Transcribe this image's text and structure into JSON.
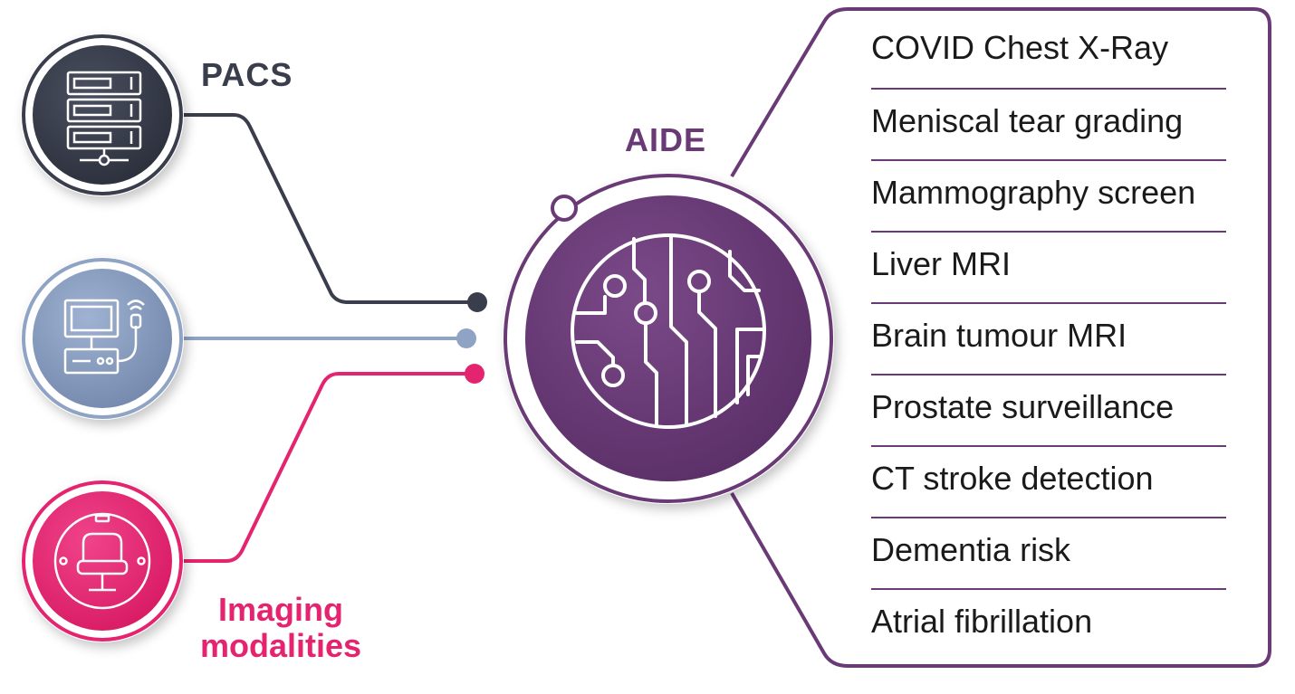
{
  "sources": {
    "pacs": {
      "label": "PACS",
      "icon": "server-rack-icon",
      "color": "#3a3e4c"
    },
    "ultrasound": {
      "icon": "ultrasound-machine-icon",
      "color": "#8fa3c4"
    },
    "imaging": {
      "label_line1": "Imaging",
      "label_line2": "modalities",
      "icon": "scanner-chair-icon",
      "color": "#e5246f"
    }
  },
  "hub": {
    "label": "AIDE",
    "icon": "circuit-brain-icon",
    "color": "#6a3a76"
  },
  "use_cases": [
    "COVID Chest X-Ray",
    "Meniscal tear grading",
    "Mammography screen",
    "Liver MRI",
    "Brain tumour MRI",
    "Prostate surveillance",
    "CT stroke detection",
    "Dementia risk",
    "Atrial fibrillation"
  ]
}
